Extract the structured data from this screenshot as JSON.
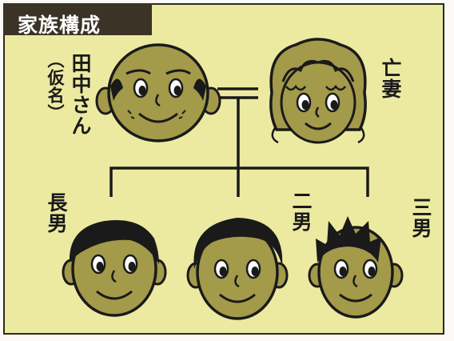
{
  "title": "家族構成",
  "people": {
    "father": {
      "name": "田中さん",
      "note": "（仮名）"
    },
    "wife": {
      "label": "亡妻"
    },
    "son1": {
      "label": "長男"
    },
    "son2": {
      "label": "二男"
    },
    "son3": {
      "label": "三男"
    }
  },
  "colors": {
    "panel_fill": "#eceaa0",
    "title_bar": "#3a3326",
    "face_fill": "#a39a4a",
    "outline": "#1a1a1a"
  },
  "icons": [
    "bald-man-face",
    "woman-face",
    "boy-face"
  ]
}
